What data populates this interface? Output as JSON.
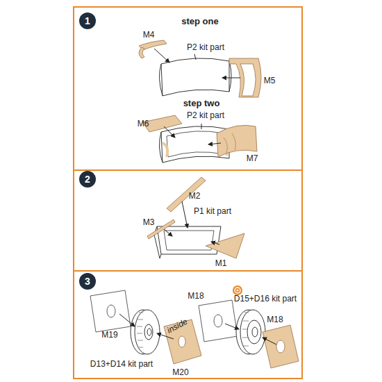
{
  "diagram": {
    "nodes": [
      {
        "text": [
          "1"
        ]
      },
      {
        "text": [
          "2"
        ]
      },
      {
        "text": [
          "3"
        ]
      }
    ],
    "labels": [
      "step one",
      "M4",
      "P2 kit part",
      "M5",
      "step two",
      "M6",
      "P2 kit part",
      "M7",
      "M2",
      "M3",
      "P1 kit part",
      "M1",
      "M18",
      "D15+D16 kit part",
      "M18",
      "M19",
      "D13+D14 kit part",
      "inside",
      "M20"
    ]
  }
}
